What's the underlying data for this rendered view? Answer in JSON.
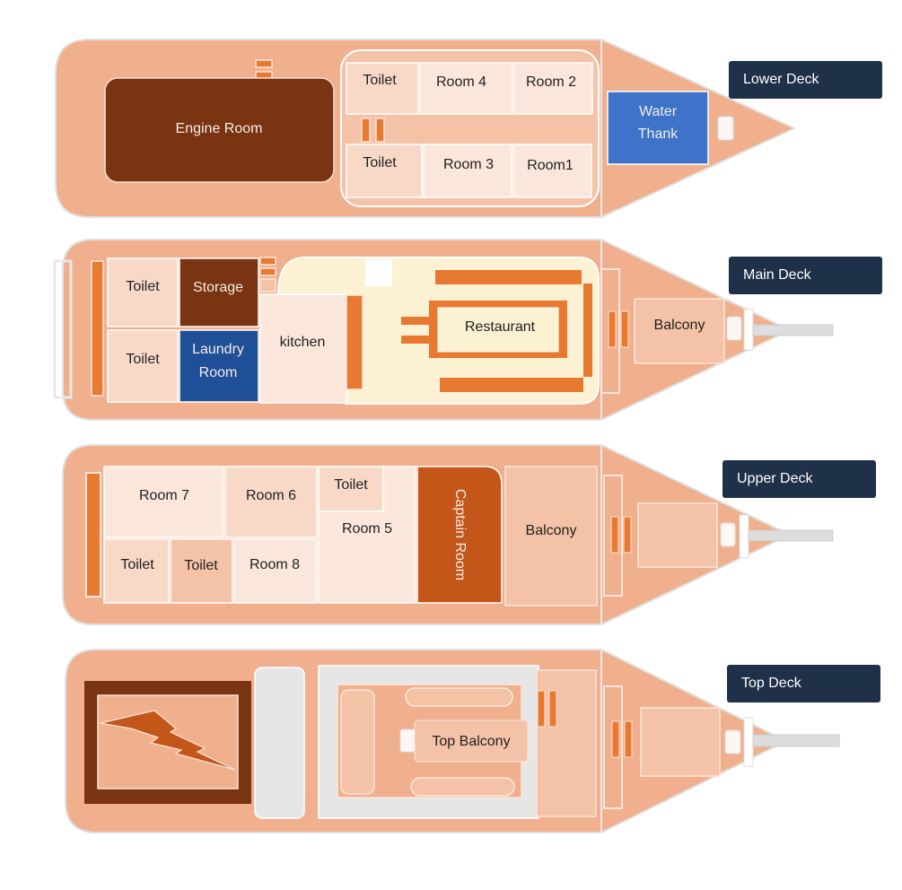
{
  "colors": {
    "hull": "#f0b08d",
    "hull_stroke": "#d8d8d8",
    "room": "#f8d9c8",
    "room_light": "#fbe6db",
    "room_mid": "#f4c2a6",
    "dark_brown": "#7a3411",
    "rust": "#c4561a",
    "orange": "#e77a30",
    "blue": "#3d74c9",
    "navy_blue": "#1f4f96",
    "cream": "#fdf1d3",
    "grey": "#e6e6e6",
    "label_bg": "#1f3049"
  },
  "decks": {
    "lower": {
      "label": "Lower Deck",
      "engine_room": "Engine Room",
      "toilet_a": "Toilet",
      "toilet_b": "Toilet",
      "room4": "Room 4",
      "room2": "Room 2",
      "room3": "Room 3",
      "room1": "Room1",
      "water_line1": "Water",
      "water_line2": "Thank"
    },
    "main": {
      "label": "Main Deck",
      "toilet_a": "Toilet",
      "toilet_b": "Toilet",
      "storage": "Storage",
      "laundry_line1": "Laundry",
      "laundry_line2": "Room",
      "kitchen": "kitchen",
      "restaurant": "Restaurant",
      "balcony": "Balcony"
    },
    "upper": {
      "label": "Upper Deck",
      "room7": "Room 7",
      "room6": "Room 6",
      "toilet_c": "Toilet",
      "room5": "Room 5",
      "captain_room": "Captain Room",
      "balcony": "Balcony",
      "toilet_a": "Toilet",
      "toilet_b": "Toilet",
      "room8": "Room 8"
    },
    "top": {
      "label": "Top Deck",
      "top_balcony": "Top Balcony",
      "power_symbol": "lightning-bolt-icon"
    }
  }
}
